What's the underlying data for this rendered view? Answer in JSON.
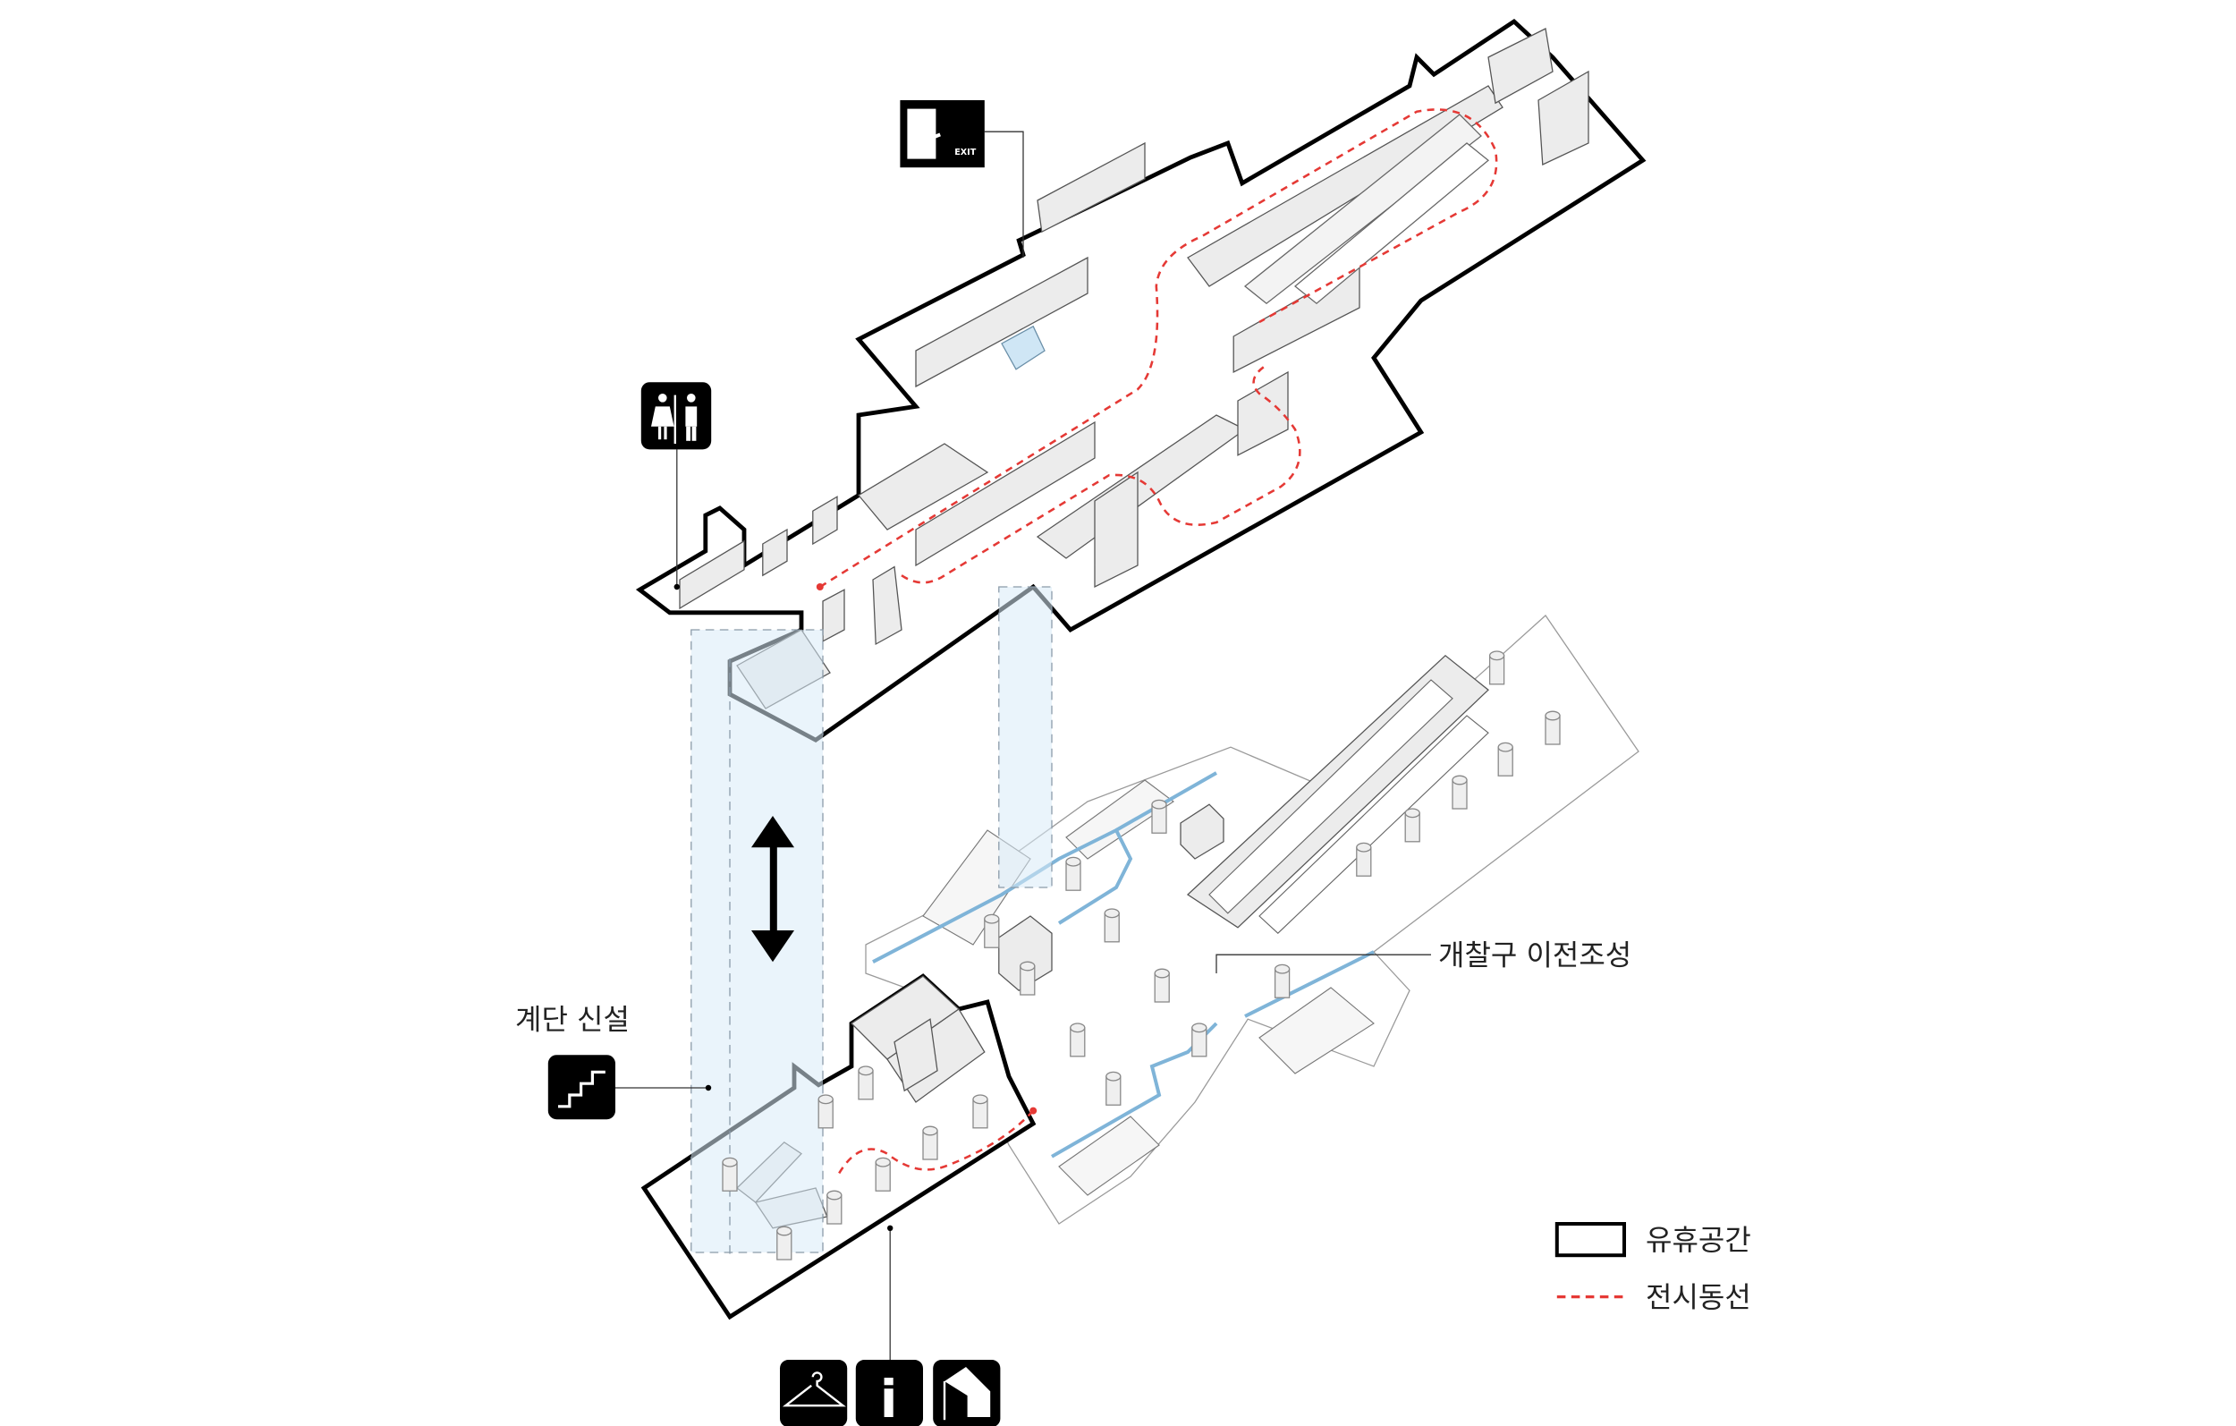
{
  "labels": {
    "new_stairs": "계단 신설",
    "gate_relocation": "개찰구 이전조성"
  },
  "legend": {
    "idle_space": "유휴공간",
    "exhibition_route": "전시동선"
  },
  "icons": {
    "exit_text": "EXIT",
    "info_glyph": "i"
  },
  "colors": {
    "route": "#e53935",
    "outline": "#000000",
    "vertical_link": "#d9ebf8"
  }
}
